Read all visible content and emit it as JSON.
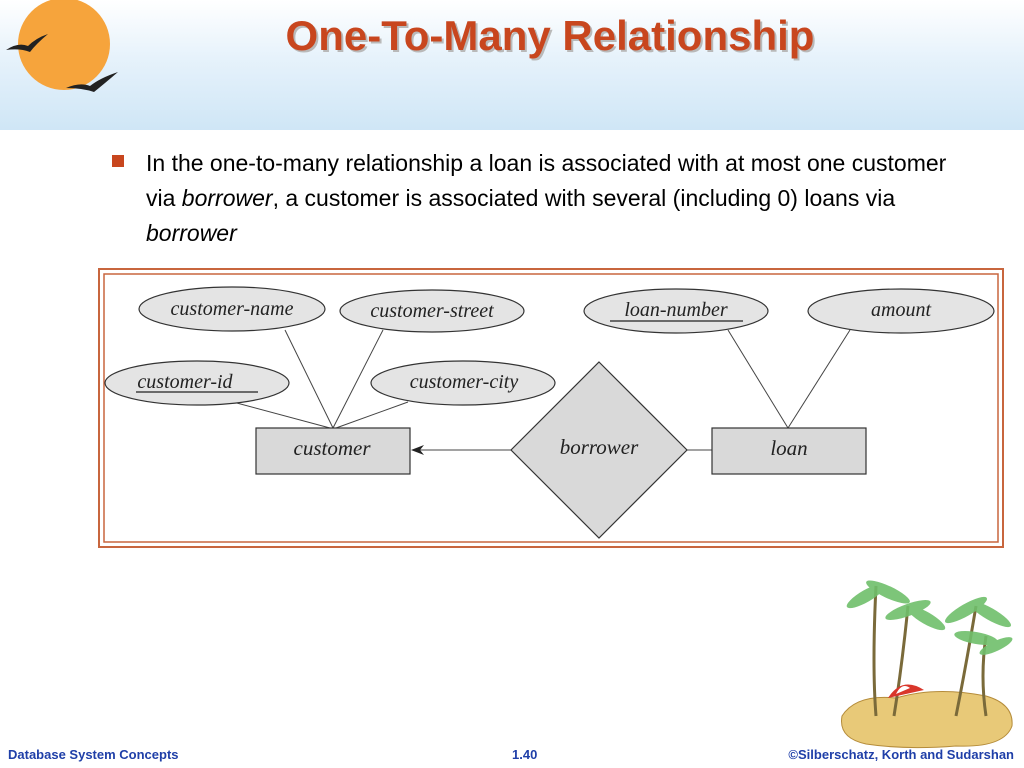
{
  "slide": {
    "title": "One-To-Many Relationship",
    "bullet": {
      "part1": "In the one-to-many relationship a loan is associated with at most one customer via ",
      "em1": "borrower",
      "part2": ", a customer is associated with several (including 0) loans via ",
      "em2": "borrower"
    }
  },
  "diagram": {
    "entities": {
      "customer": "customer",
      "loan": "loan"
    },
    "relationship": "borrower",
    "attributes": {
      "customer_name": "customer-name",
      "customer_street": "customer-street",
      "customer_id": "customer-id",
      "customer_city": "customer-city",
      "loan_number": "loan-number",
      "amount": "amount"
    }
  },
  "footer": {
    "left": "Database System Concepts",
    "center": "1.40",
    "right": "©Silberschatz, Korth and Sudarshan"
  },
  "colors": {
    "title": "#c8461e",
    "frame": "#c8663e",
    "footer": "#1f3fa8",
    "shape_fill": "#d9d9d9"
  }
}
